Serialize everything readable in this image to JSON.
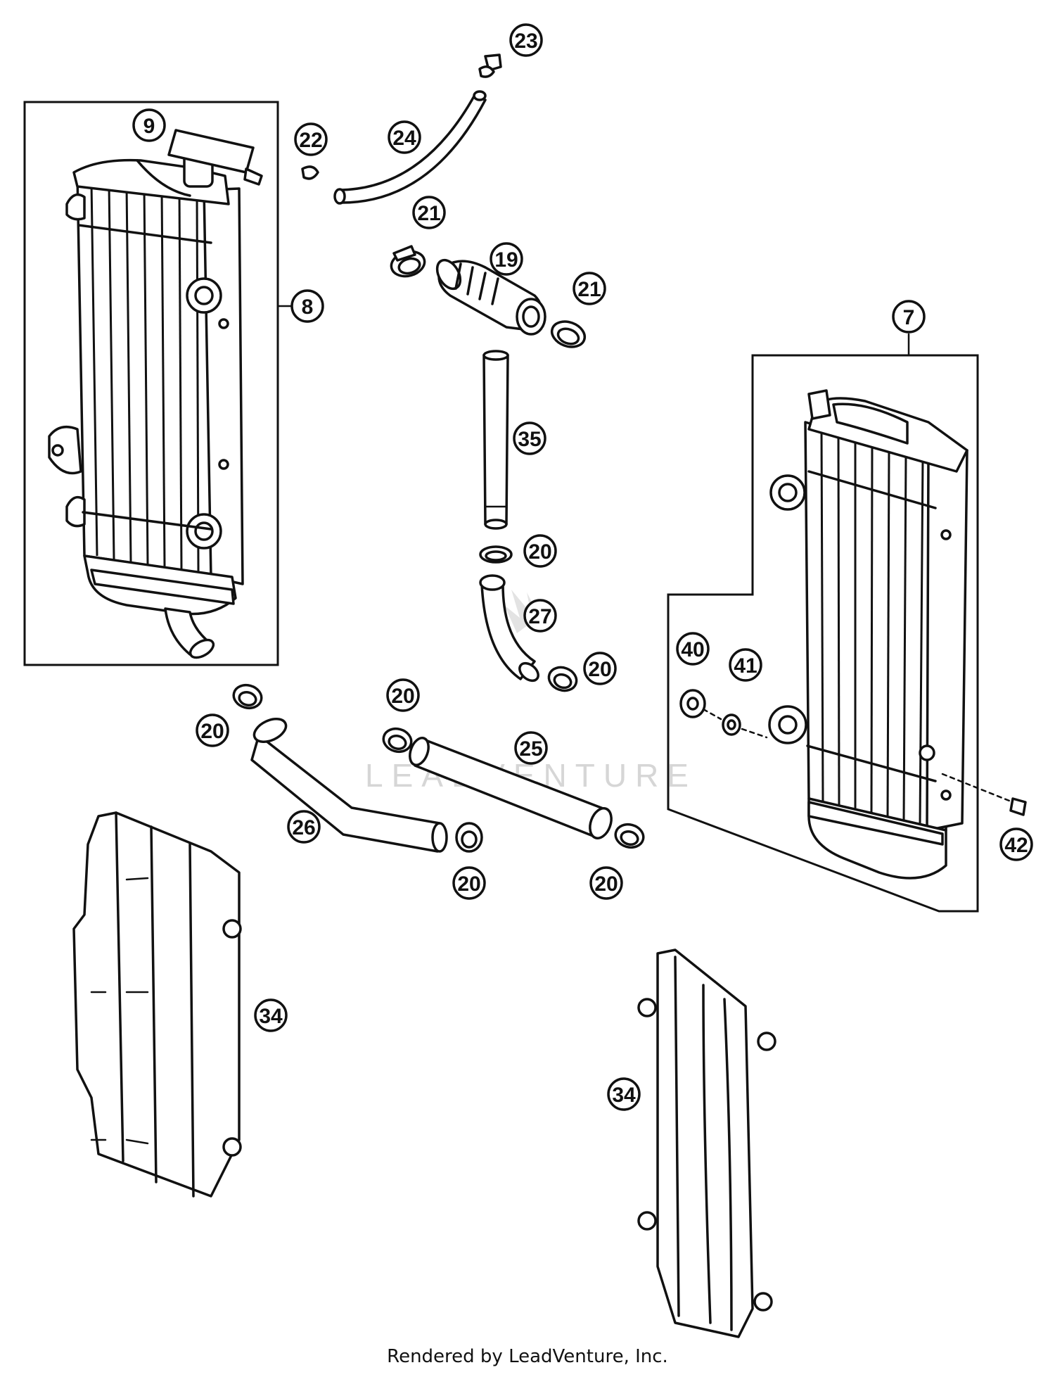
{
  "diagram": {
    "callouts": [
      {
        "id": "c-9",
        "label": "9"
      },
      {
        "id": "c-8",
        "label": "8"
      },
      {
        "id": "c-22",
        "label": "22"
      },
      {
        "id": "c-23",
        "label": "23"
      },
      {
        "id": "c-24",
        "label": "24"
      },
      {
        "id": "c-21a",
        "label": "21"
      },
      {
        "id": "c-19",
        "label": "19"
      },
      {
        "id": "c-21b",
        "label": "21"
      },
      {
        "id": "c-7",
        "label": "7"
      },
      {
        "id": "c-35",
        "label": "35"
      },
      {
        "id": "c-20a",
        "label": "20"
      },
      {
        "id": "c-27",
        "label": "27"
      },
      {
        "id": "c-20b",
        "label": "20"
      },
      {
        "id": "c-40",
        "label": "40"
      },
      {
        "id": "c-41",
        "label": "41"
      },
      {
        "id": "c-20c",
        "label": "20"
      },
      {
        "id": "c-20d",
        "label": "20"
      },
      {
        "id": "c-25",
        "label": "25"
      },
      {
        "id": "c-26",
        "label": "26"
      },
      {
        "id": "c-20e",
        "label": "20"
      },
      {
        "id": "c-20f",
        "label": "20"
      },
      {
        "id": "c-42",
        "label": "42"
      },
      {
        "id": "c-34a",
        "label": "34"
      },
      {
        "id": "c-34b",
        "label": "34"
      }
    ],
    "watermark": "LEADVENTURE",
    "footer": "Rendered by LeadVenture, Inc."
  }
}
